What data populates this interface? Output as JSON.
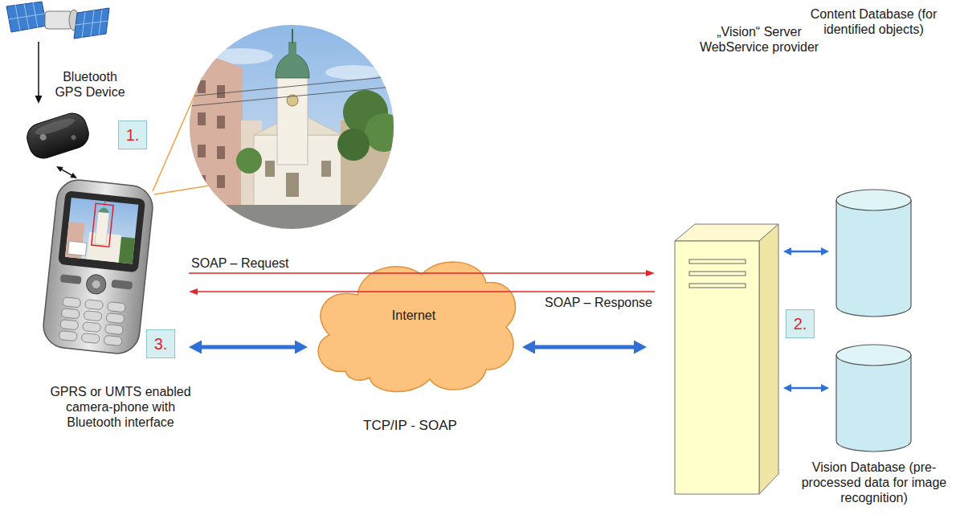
{
  "diagram": {
    "nodes": [
      {
        "text": [
          "Bluetooth GPS Device"
        ]
      },
      {
        "text": [
          "GPRS or UMTS enabled camera-phone with Bluetooth interface"
        ]
      },
      {
        "text": [
          "Internet"
        ]
      },
      {
        "text": [
          "„Vision“ Server WebService provider"
        ]
      },
      {
        "text": [
          "Content Database (for identified objects)"
        ]
      },
      {
        "text": [
          "Vision Database (pre-processed data for image recognition)"
        ]
      }
    ],
    "edges": [
      {
        "from": 0,
        "to": 1,
        "arrow": "both"
      },
      {
        "from": 1,
        "to": 3,
        "label": "SOAP – Request",
        "arrow": "to"
      },
      {
        "from": 3,
        "to": 1,
        "label": "SOAP – Response",
        "arrow": "to"
      },
      {
        "from": 1,
        "to": 2,
        "arrow": "both"
      },
      {
        "from": 2,
        "to": 3,
        "arrow": "both"
      },
      {
        "from": 3,
        "to": 4,
        "arrow": "both"
      },
      {
        "from": 3,
        "to": 5,
        "arrow": "both"
      }
    ],
    "labels": [
      "1.",
      "2.",
      "3.",
      "TCP/IP - SOAP"
    ]
  }
}
